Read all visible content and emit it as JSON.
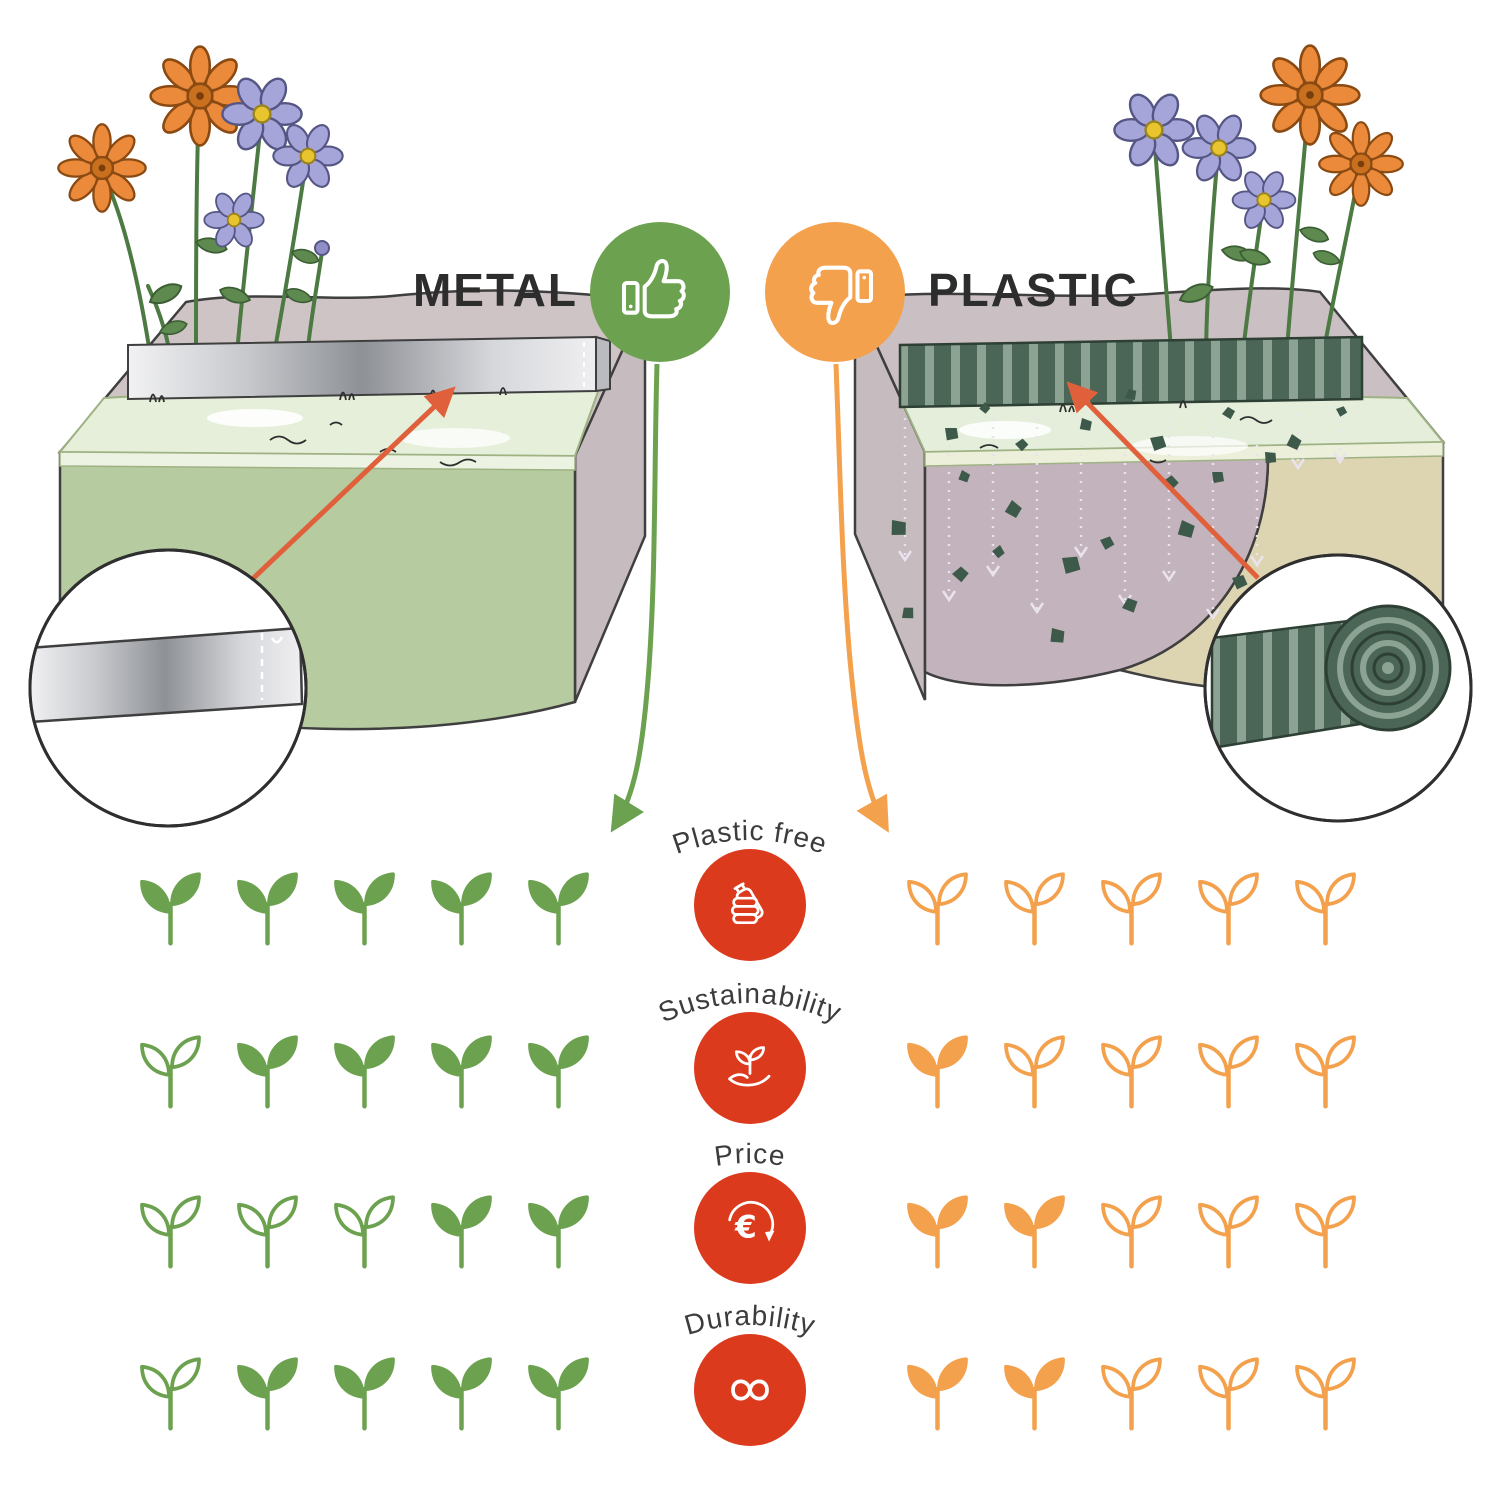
{
  "header": {
    "metal_label": "METAL",
    "plastic_label": "PLASTIC",
    "metal_badge_icon": "thumbs-up-icon",
    "plastic_badge_icon": "thumbs-down-icon"
  },
  "colors": {
    "metal_accent": "#6CA24F",
    "plastic_accent": "#F4A14D",
    "criteria_badge": "#DC3A1D",
    "arrow": "#E0603B",
    "title_text": "#2D2D2D",
    "label_text": "#3C3C3C"
  },
  "ratings": {
    "max": 5,
    "rows": [
      {
        "label": "Plastic free",
        "icon": "bottle-grip-icon",
        "metal": [
          1,
          1,
          1,
          1,
          1
        ],
        "plastic": [
          0,
          0,
          0,
          0,
          0
        ]
      },
      {
        "label": "Sustainability",
        "icon": "hand-sprout-icon",
        "metal": [
          0,
          1,
          1,
          1,
          1
        ],
        "plastic": [
          1,
          0,
          0,
          0,
          0
        ]
      },
      {
        "label": "Price",
        "icon": "euro-down-icon",
        "metal": [
          0,
          0,
          0,
          1,
          1
        ],
        "plastic": [
          1,
          1,
          0,
          0,
          0
        ]
      },
      {
        "label": "Durability",
        "icon": "infinity-icon",
        "metal": [
          0,
          1,
          1,
          1,
          1
        ],
        "plastic": [
          1,
          1,
          0,
          0,
          0
        ]
      }
    ]
  }
}
